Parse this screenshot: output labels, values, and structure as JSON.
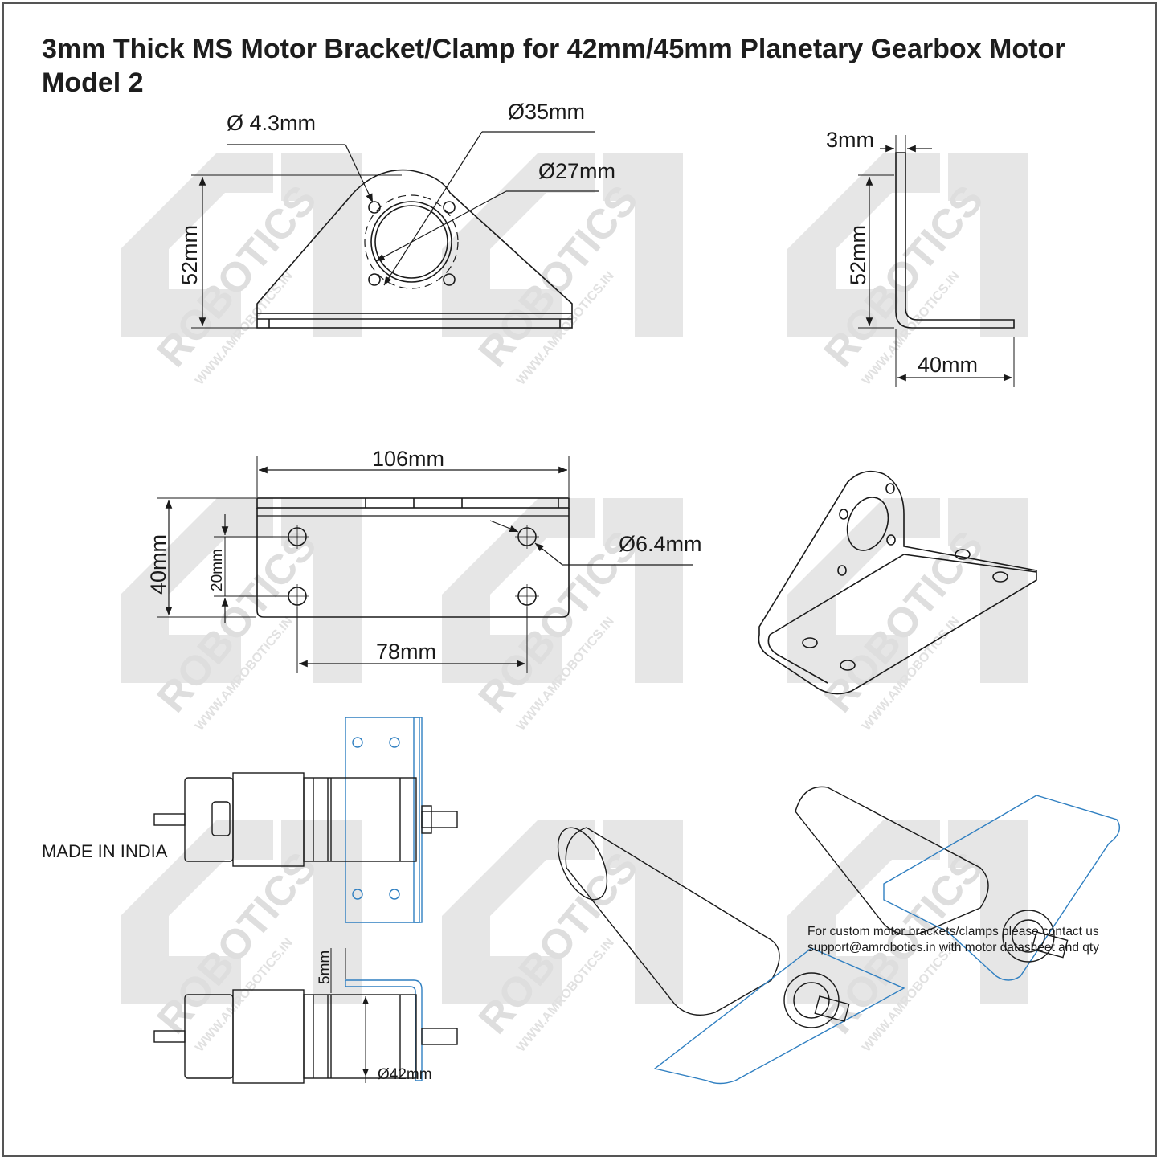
{
  "title": {
    "line1": "3mm Thick MS Motor Bracket/Clamp for 42mm/45mm Planetary Gearbox Motor",
    "line2": "Model 2"
  },
  "dimensions": {
    "hole_small": "Ø 4.3mm",
    "circle_35": "Ø35mm",
    "circle_27": "Ø27mm",
    "height_52": "52mm",
    "thickness": "3mm",
    "side_height": "52mm",
    "base_40": "40mm",
    "length_106": "106mm",
    "base_width_40": "40mm",
    "hole_spacing_20": "20mm",
    "hole_diameter": "Ø6.4mm",
    "hole_spacing_78": "78mm",
    "motor_gap": "5mm",
    "motor_diameter": "Ø42mm"
  },
  "watermark": {
    "brand": "ROBOTICS",
    "url": "WWW.AMROBOTICS.IN"
  },
  "footer": {
    "made_in": "MADE IN INDIA",
    "contact_line1": "For custom motor brackets/clamps please contact us",
    "contact_line2": "support@amrobotics.in with motor datasheet and qty"
  },
  "colors": {
    "bracket_blue": "#2f7fc1",
    "line": "#1a1a1a",
    "watermark": "#d8d8d8"
  }
}
